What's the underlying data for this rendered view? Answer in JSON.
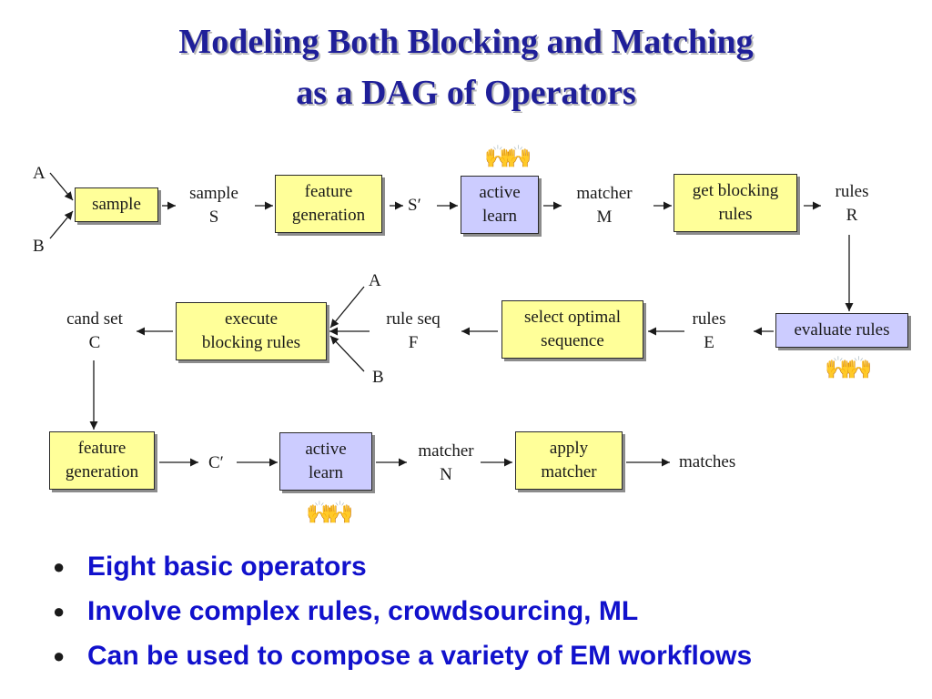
{
  "title": {
    "line1": "Modeling Both Blocking and Matching",
    "line2": "as a DAG of Operators"
  },
  "nodes": {
    "sample": "sample",
    "feature_generation_1": [
      "feature",
      "generation"
    ],
    "active_learn_1": [
      "active",
      "learn"
    ],
    "get_blocking_rules": [
      "get blocking",
      "rules"
    ],
    "evaluate_rules": "evaluate rules",
    "select_optimal_sequence": [
      "select optimal",
      "sequence"
    ],
    "execute_blocking_rules": [
      "execute",
      "blocking rules"
    ],
    "feature_generation_2": [
      "feature",
      "generation"
    ],
    "active_learn_2": [
      "active",
      "learn"
    ],
    "apply_matcher": [
      "apply",
      "matcher"
    ]
  },
  "labels": {
    "a_top": "A",
    "b_top": "B",
    "sample_s": [
      "sample",
      "S"
    ],
    "s_prime": "S′",
    "matcher_m": [
      "matcher",
      "M"
    ],
    "rules_r": [
      "rules",
      "R"
    ],
    "rules_e": [
      "rules",
      "E"
    ],
    "rule_seq_f": [
      "rule seq",
      "F"
    ],
    "a_mid": "A",
    "b_mid": "B",
    "cand_set_c": [
      "cand set",
      "C"
    ],
    "c_prime": "C′",
    "matcher_n": [
      "matcher",
      "N"
    ],
    "matches": "matches"
  },
  "crowd_icon": "crowd-people-icon",
  "bullets": [
    "Eight basic operators",
    "Involve complex rules, crowdsourcing, ML",
    "Can be used to compose a variety of EM workflows"
  ],
  "colors": {
    "title": "#1f1f99",
    "bullet_text": "#1111cc",
    "operator_box": "#ffff99",
    "crowd_box": "#ccccff"
  }
}
